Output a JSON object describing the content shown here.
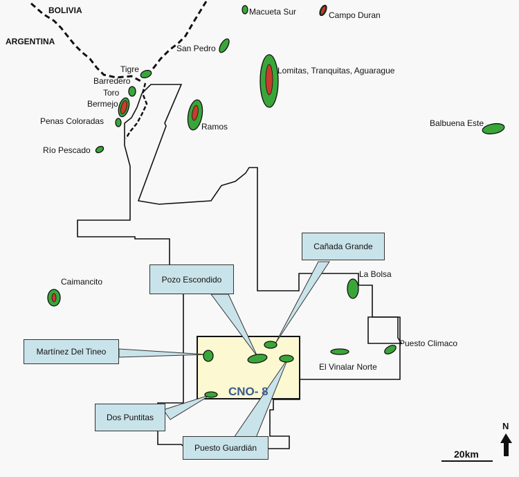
{
  "countries": {
    "bolivia": "BOLIVIA",
    "argentina": "ARGENTINA"
  },
  "fields": {
    "macueta_sur": "Macueta Sur",
    "campo_duran": "Campo Duran",
    "san_pedro": "San Pedro",
    "lomitas": "Lomitas, Tranquitas, Aguarague",
    "tigre": "Tigre",
    "barredero": "Barredero",
    "toro": "Toro",
    "bermejo": "Bermejo",
    "penas_coloradas": "Penas Coloradas",
    "ramos": "Ramos",
    "balbuena_este": "Balbuena Este",
    "rio_pescado": "Río Pescado",
    "caimancito": "Caimancito",
    "la_bolsa": "La Bolsa",
    "puesto_climaco": "Puesto Climaco",
    "el_vinalar_norte": "El Vinalar Norte"
  },
  "callouts": {
    "canada_grande": "Cañada Grande",
    "pozo_escondido": "Pozo Escondido",
    "martinez_del_tineo": "Martínez Del Tineo",
    "dos_puntitas": "Dos Puntitas",
    "puesto_guardian": "Puesto Guardián"
  },
  "block": {
    "label": "CNO- 8"
  },
  "north_arrow": {
    "label": "N"
  },
  "scale_bar": {
    "label": "20km"
  },
  "colors": {
    "oil_field": "#3aa63a",
    "gas_field": "#c83c2c",
    "block_fill": "#fbf8d2",
    "callout_fill": "#c9e3ea",
    "block_label": "#3a5a8c"
  }
}
